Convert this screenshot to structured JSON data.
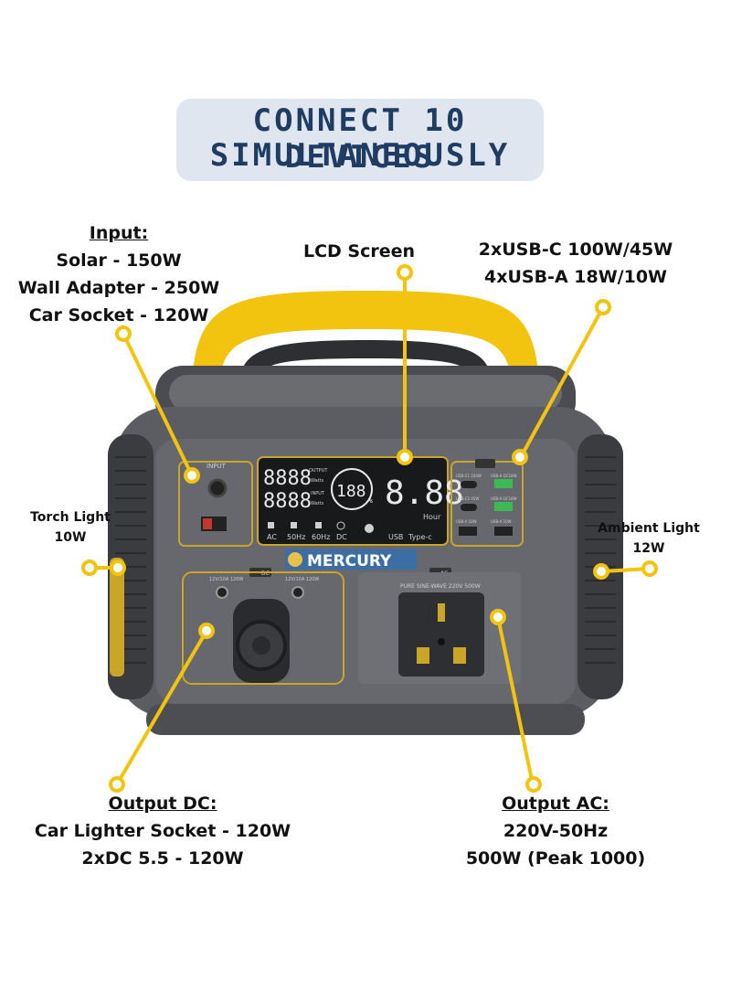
{
  "title": {
    "line1": "CONNECT 10 DEVICES",
    "line2": "SIMULTANEOUSLY"
  },
  "callouts": {
    "input": {
      "heading": "Input:",
      "lines": [
        "Solar - 150W",
        "Wall Adapter - 250W",
        "Car Socket - 120W"
      ]
    },
    "lcd": {
      "heading": "LCD Screen"
    },
    "usb": {
      "lines": [
        "2xUSB-C 100W/45W",
        "4xUSB-A 18W/10W"
      ]
    },
    "torch": {
      "lines": [
        "Torch Light",
        "10W"
      ]
    },
    "ambient": {
      "lines": [
        "Ambient Light",
        "12W"
      ]
    },
    "output_dc": {
      "heading": "Output DC:",
      "lines": [
        "Car Lighter Socket - 120W",
        "2xDC 5.5 - 120W"
      ]
    },
    "output_ac": {
      "heading": "Output AC:",
      "lines": [
        "220V-50Hz",
        "500W (Peak 1000)"
      ]
    }
  },
  "device": {
    "brand": "MERCURY",
    "input_panel_label": "INPUT",
    "lcd": {
      "left_top": "8888",
      "left_bottom": "8888",
      "output_label": "OUTPUT",
      "watts_label": "Watts",
      "input_label": "INPUT",
      "percent": "188",
      "percent_sign": "%",
      "big_digits": "8.88",
      "hour_label": "Hour",
      "bottom_labels": [
        "AC",
        "50Hz",
        "60Hz",
        "DC"
      ],
      "usb_label": "USB",
      "typec_label": "Type-c"
    },
    "usb_ports": {
      "c1": "USB-C1 100W",
      "qc1": "USB-A QC18W",
      "c2": "USB-C2 45W",
      "qc2": "USB-A QC18W",
      "a1": "USB-A 10W",
      "a2": "USB-A 10W"
    },
    "dc_button": "DC",
    "ac_button": "AC",
    "dc_jack_left": "12V/10A 120W",
    "dc_jack_right": "12V/10A 120W",
    "ac_panel_label": "PURE SINE-WAVE 220V 500W"
  },
  "colors": {
    "accent_yellow": "#f2c40f",
    "title_bg": "#dfe6ef",
    "title_text": "#1f3d63",
    "device_body": "#5b5d62",
    "device_dark": "#2d2f33"
  }
}
